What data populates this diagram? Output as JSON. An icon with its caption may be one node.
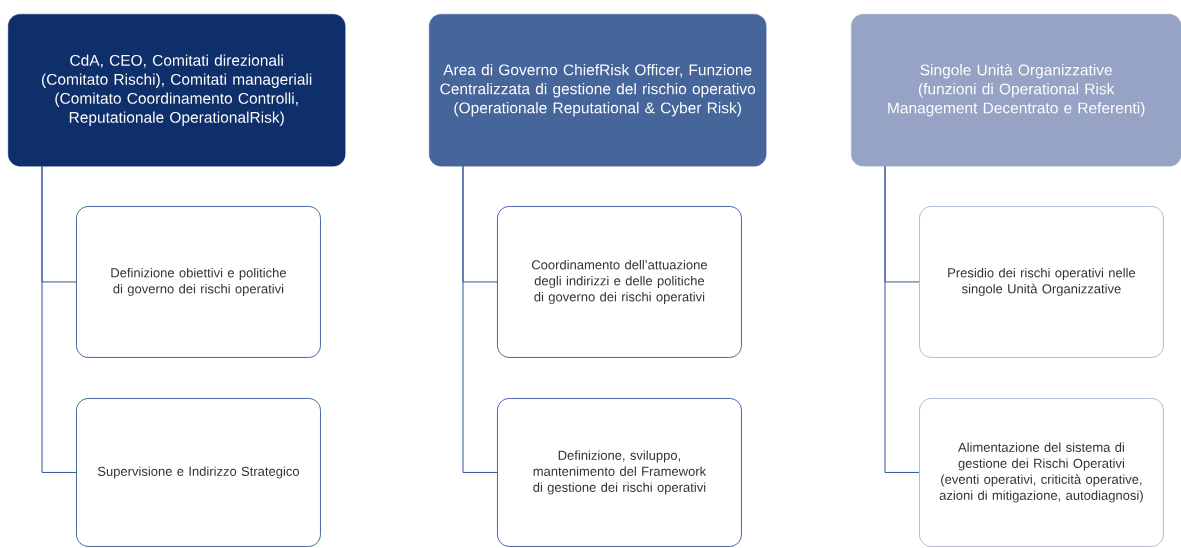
{
  "diagram": {
    "nodes": [
      {
        "text": [
          "CdA, CEO, Comitati direzionali (Comitato Rischi), Comitati manageriali (Comitato Coordinamento Controlli, Reputationale OperationalRisk)"
        ]
      },
      {
        "text": [
          "Definizione obiettivi e politiche di governo dei rischi operativi"
        ]
      },
      {
        "text": [
          "Supervisione e Indirizzo Strategico"
        ]
      },
      {
        "text": [
          "Area di Governo ChiefRisk Officer, Funzione Centralizzata di gestione del rischio operativo (Operationale Reputational & Cyber Risk)"
        ]
      },
      {
        "text": [
          "Coordinamento dell’attuazione degli indirizzi e delle politiche di governo dei rischi operativi"
        ]
      },
      {
        "text": [
          "Definizione, sviluppo, mantenimento del Framework di gestione dei rischi operativi"
        ]
      },
      {
        "text": [
          "Singole Unità Organizzative (funzioni di Operational Risk Management Decentrato e Referenti)"
        ]
      },
      {
        "text": [
          "Presidio dei rischi operativi nelle singole Unità Organizzative"
        ]
      },
      {
        "text": [
          "Alimentazione del sistema di gestione dei Rischi Operativi (eventi operativi, criticità operative, azioni di mitigazione, autodiagnosi)"
        ]
      }
    ],
    "edges": [
      {
        "from": 0,
        "to": 1,
        "arrow": "none"
      },
      {
        "from": 0,
        "to": 2,
        "arrow": "none"
      },
      {
        "from": 3,
        "to": 4,
        "arrow": "none"
      },
      {
        "from": 3,
        "to": 5,
        "arrow": "none"
      },
      {
        "from": 6,
        "to": 7,
        "arrow": "none"
      },
      {
        "from": 6,
        "to": 8,
        "arrow": "none"
      }
    ]
  }
}
